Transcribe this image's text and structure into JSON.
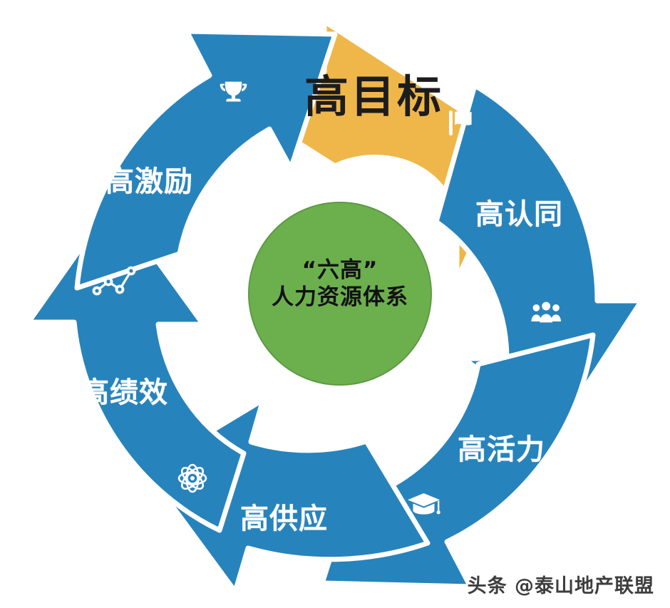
{
  "diagram": {
    "title": "“六高”人力资源体系",
    "type": "cyclic-arrow-ring",
    "center": {
      "line1": "“六高”",
      "line2": "人力资源体系",
      "fill": "#6CB04E",
      "text_color": "#111111"
    },
    "colors": {
      "blue": "#2783BC",
      "orange": "#EFB749",
      "green": "#6CB04E",
      "background": "#FFFFFF",
      "stroke": "#FFFFFF"
    },
    "segments": [
      {
        "id": "high-goal",
        "label": "高目标",
        "color": "#EFB749",
        "text_color": "#1c1c1c",
        "icon": "flag-icon",
        "position": "top",
        "order": 1
      },
      {
        "id": "high-identification",
        "label": "高认同",
        "color": "#2783BC",
        "text_color": "#FFFFFF",
        "icon": "people-group-icon",
        "position": "upper-right",
        "order": 2
      },
      {
        "id": "high-vitality",
        "label": "高活力",
        "color": "#2783BC",
        "text_color": "#FFFFFF",
        "icon": "graduation-cap-icon",
        "position": "lower-right",
        "order": 3
      },
      {
        "id": "high-supply",
        "label": "高供应",
        "color": "#2783BC",
        "text_color": "#FFFFFF",
        "icon": "atom-icon",
        "position": "bottom",
        "order": 4
      },
      {
        "id": "high-performance",
        "label": "高绩效",
        "color": "#2783BC",
        "text_color": "#FFFFFF",
        "icon": "network-nodes-icon",
        "position": "lower-left",
        "order": 5
      },
      {
        "id": "high-incentive",
        "label": "高激励",
        "color": "#2783BC",
        "text_color": "#FFFFFF",
        "icon": "trophy-icon",
        "position": "upper-left",
        "order": 6
      }
    ]
  },
  "watermark": {
    "text": "头条 @泰山地产联盟"
  }
}
